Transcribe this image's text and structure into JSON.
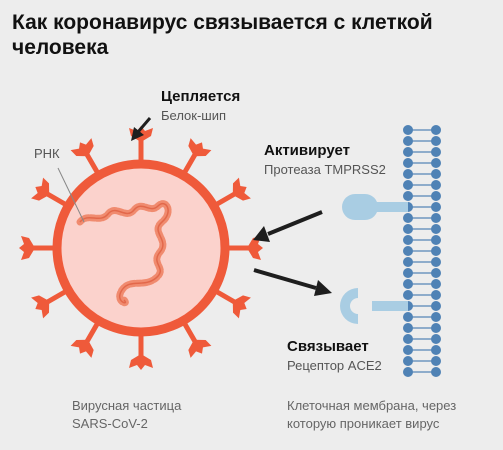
{
  "title": "Как коронавирус связывается с клеткой человека",
  "labels": {
    "attaches": {
      "title": "Цепляется",
      "sub": "Белок-шип"
    },
    "activates": {
      "title": "Активирует",
      "sub": "Протеаза TMPRSS2"
    },
    "binds": {
      "title": "Связывает",
      "sub": "Рецептор ACE2"
    },
    "rna": "РНК"
  },
  "captions": {
    "virus_line1": "Вирусная частица",
    "virus_line2": "SARS-CoV-2",
    "membrane_line1": "Клеточная мембрана, через",
    "membrane_line2": "которую проникает вирус"
  },
  "colors": {
    "background": "#ededed",
    "virus_body": "#fbd2cc",
    "virus_outline": "#ef5a3a",
    "rna": "#f08b6f",
    "membrane": "#4f82b5",
    "receptor": "#a9cde3",
    "arrow": "#1e1e1e"
  }
}
